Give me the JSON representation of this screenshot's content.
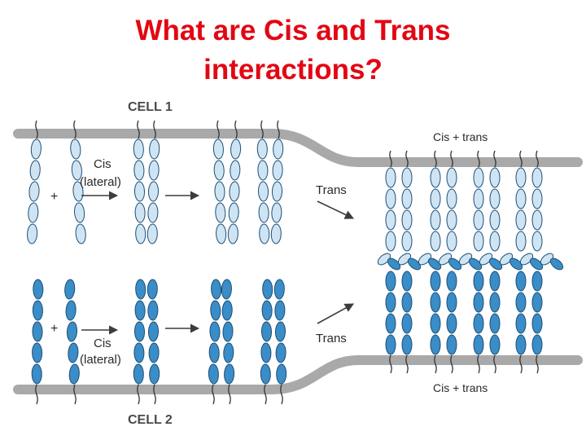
{
  "slide": {
    "title_line1": "What are Cis and Trans",
    "title_line2": "interactions?",
    "title_color": "#e30613"
  },
  "diagram": {
    "cell1_label": "CELL 1",
    "cell2_label": "CELL 2",
    "cis_label": "Cis",
    "lateral_label": "(lateral)",
    "plus_sign": "+",
    "trans_label": "Trans",
    "cis_trans_label": "Cis + trans",
    "membrane_color": "#a9a9a9",
    "light_molecule_color": "#cfe4f3",
    "dark_molecule_color": "#3a8dc6",
    "arrow_color": "#3c3c3c"
  }
}
